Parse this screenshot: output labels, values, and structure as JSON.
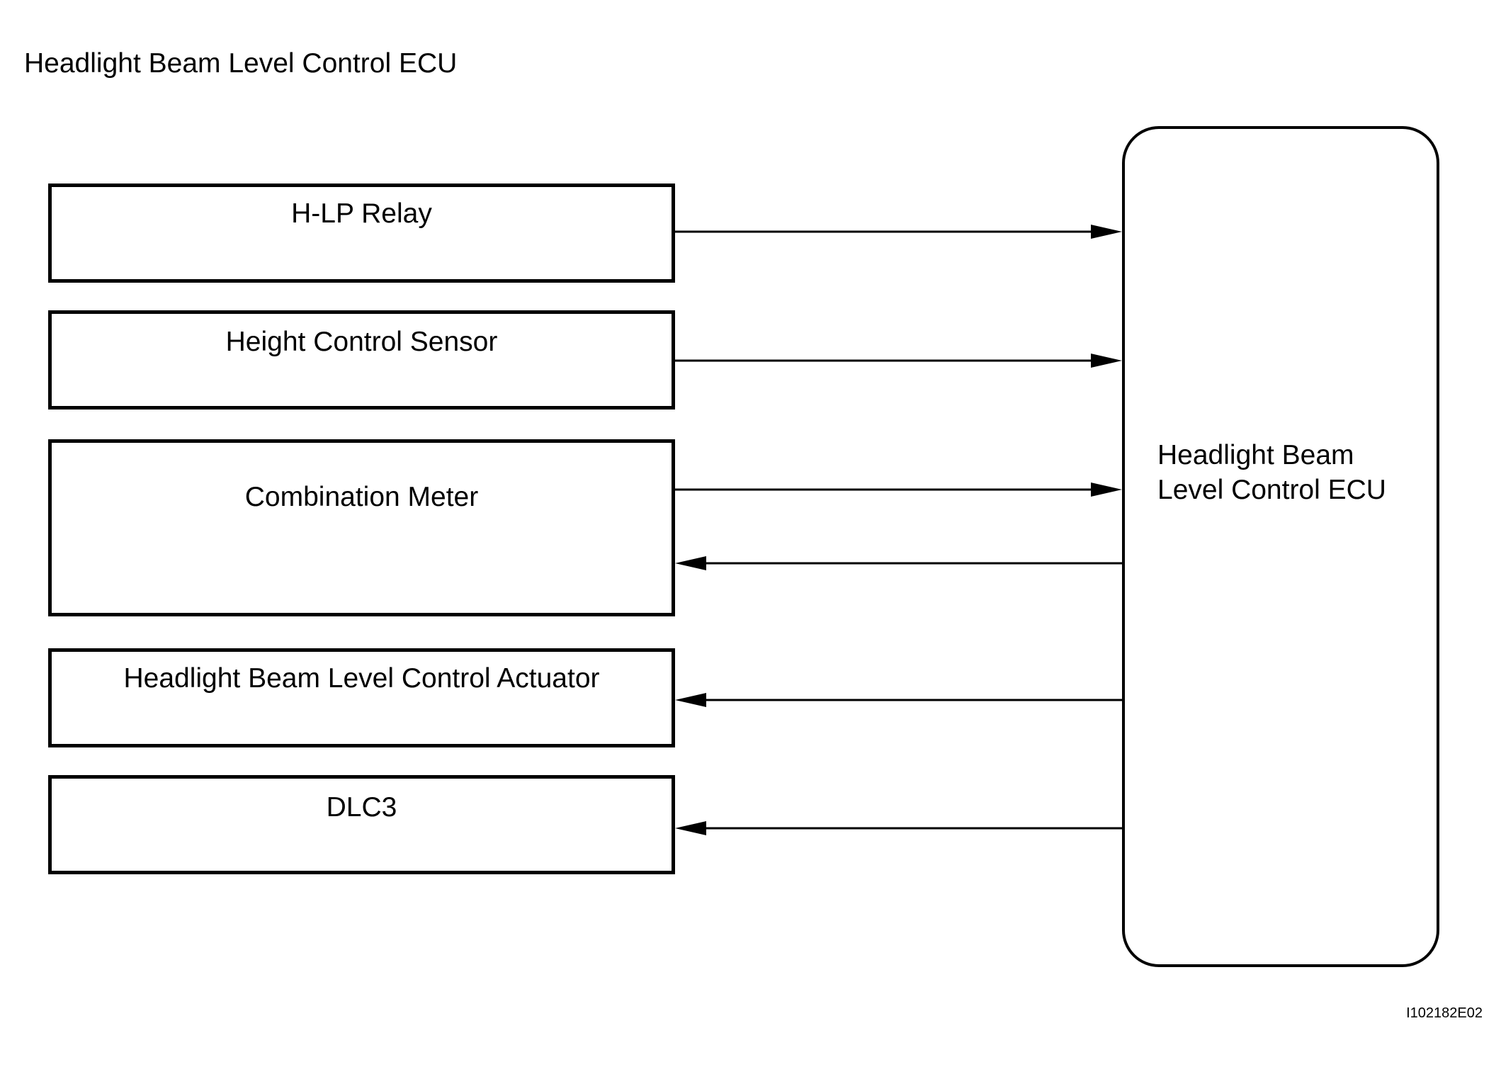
{
  "title": "Headlight Beam Level Control ECU",
  "components": [
    {
      "id": "h-lp-relay",
      "label": "H-LP Relay"
    },
    {
      "id": "height-control-sensor",
      "label": "Height Control Sensor"
    },
    {
      "id": "combination-meter",
      "label": "Combination Meter"
    },
    {
      "id": "actuator",
      "label": "Headlight Beam Level Control Actuator"
    },
    {
      "id": "dlc3",
      "label": "DLC3"
    }
  ],
  "ecu": {
    "line1": "Headlight Beam",
    "line2": "Level Control ECU"
  },
  "connections": [
    {
      "from": "H-LP Relay",
      "to": "Headlight Beam Level Control ECU"
    },
    {
      "from": "Height Control Sensor",
      "to": "Headlight Beam Level Control ECU"
    },
    {
      "from": "Combination Meter",
      "to": "Headlight Beam Level Control ECU"
    },
    {
      "from": "Headlight Beam Level Control ECU",
      "to": "Combination Meter"
    },
    {
      "from": "Headlight Beam Level Control ECU",
      "to": "Headlight Beam Level Control Actuator"
    },
    {
      "from": "Headlight Beam Level Control ECU",
      "to": "DLC3"
    }
  ],
  "doc_code": "I102182E02"
}
